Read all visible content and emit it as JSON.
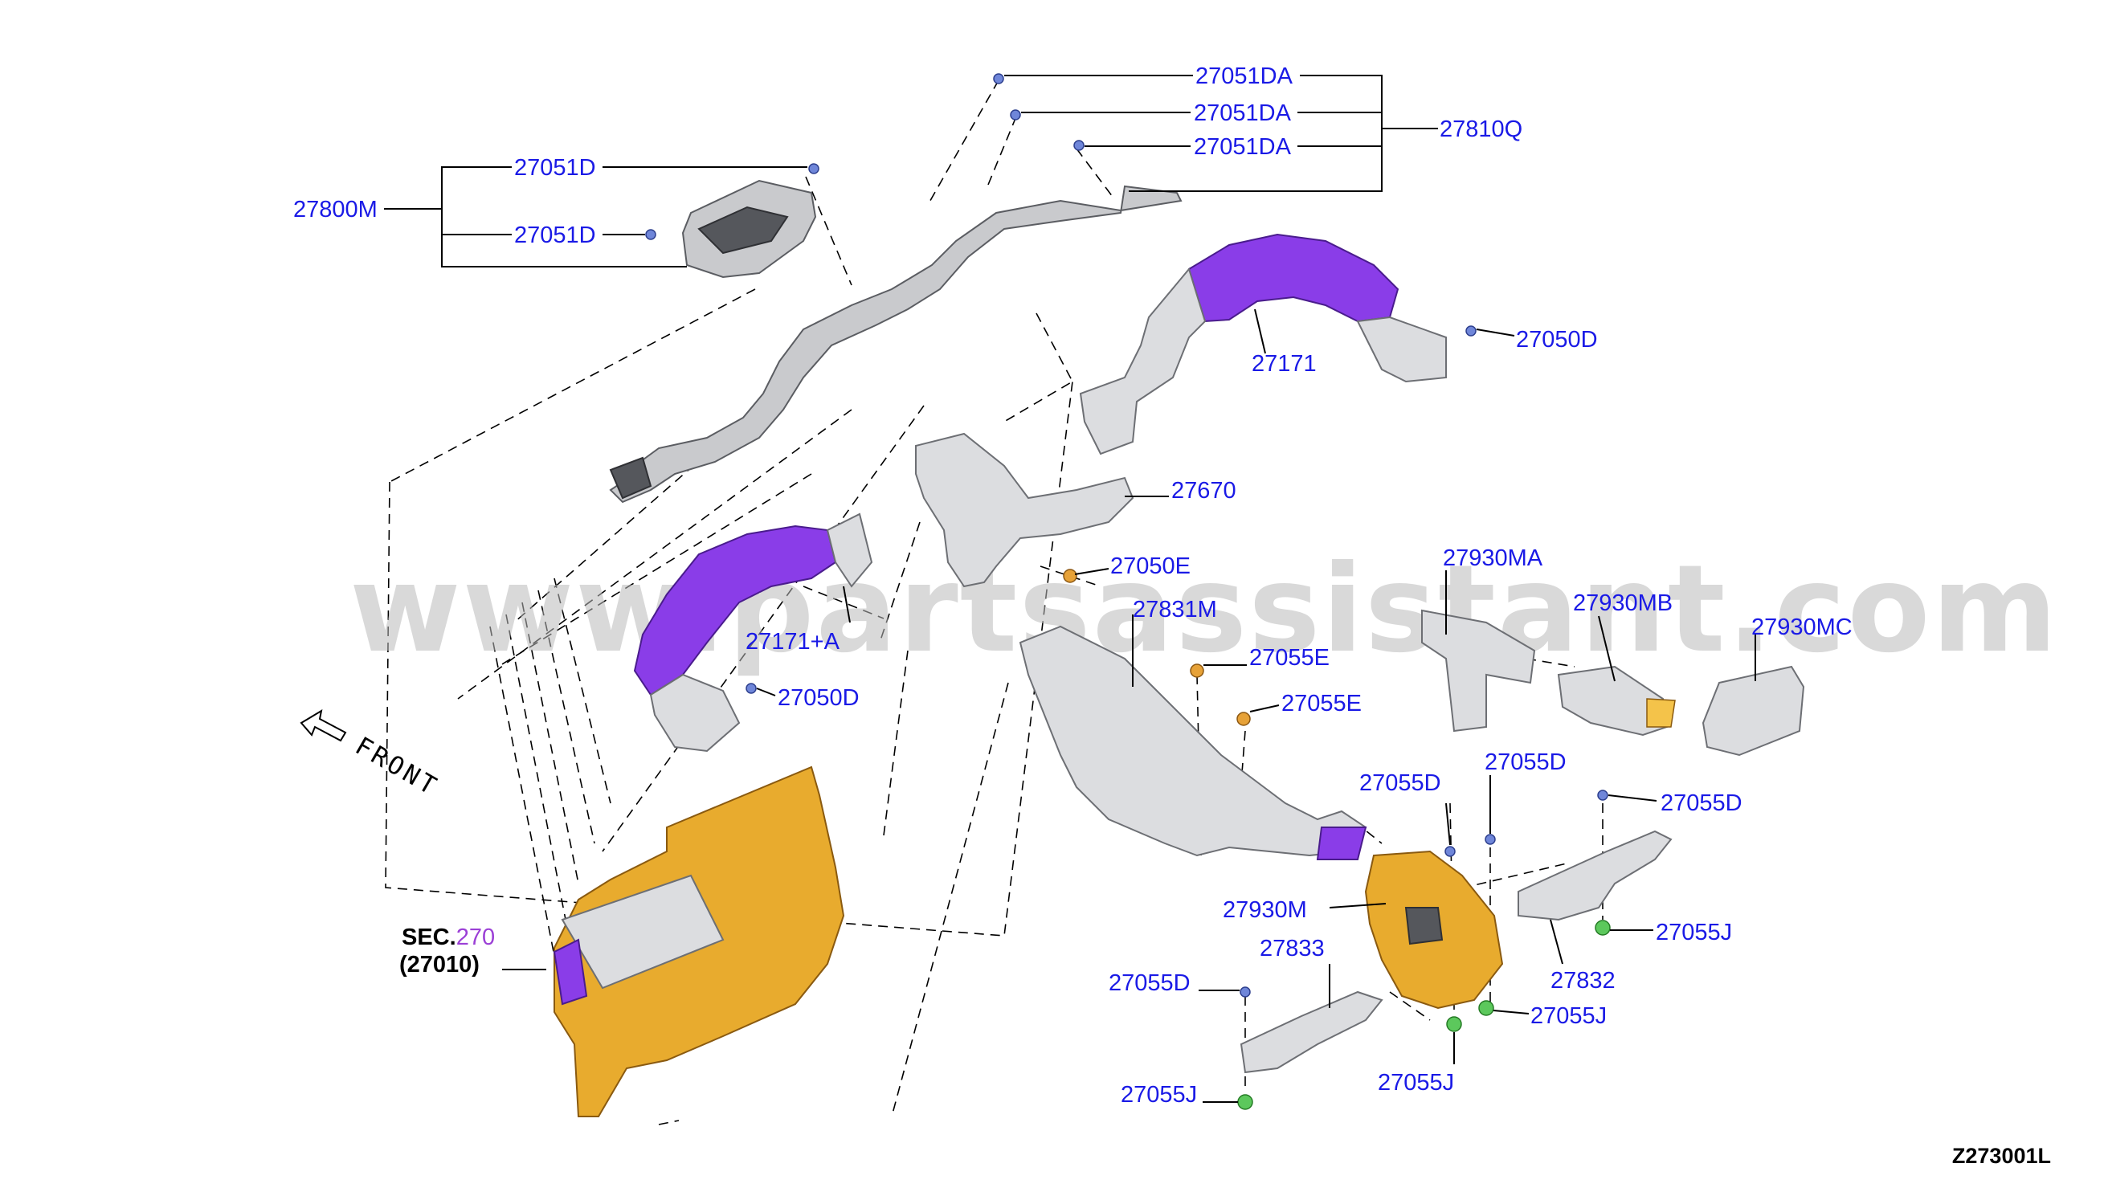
{
  "watermark": "www.partsassistant.com",
  "diagram_code": "Z273001L",
  "front_label": "FRONT",
  "sec_ref": {
    "prefix": "SEC.",
    "number": "270",
    "part": "(27010)"
  },
  "labels": {
    "p27051DA_1": "27051DA",
    "p27051DA_2": "27051DA",
    "p27051DA_3": "27051DA",
    "p27810Q": "27810Q",
    "p27051D_1": "27051D",
    "p27051D_2": "27051D",
    "p27800M": "27800M",
    "p27171": "27171",
    "p27050D_1": "27050D",
    "p27670": "27670",
    "p27050E": "27050E",
    "p27171A": "27171+A",
    "p27050D_2": "27050D",
    "p27831M": "27831M",
    "p27055E_1": "27055E",
    "p27055E_2": "27055E",
    "p27930MA": "27930MA",
    "p27930MB": "27930MB",
    "p27930MC": "27930MC",
    "p27055D_1": "27055D",
    "p27055D_2": "27055D",
    "p27055D_3": "27055D",
    "p27930M": "27930M",
    "p27833": "27833",
    "p27055J_1": "27055J",
    "p27055J_2": "27055J",
    "p27832": "27832",
    "p27055D_4": "27055D",
    "p27055J_3": "27055J",
    "p27055J_4": "27055J"
  },
  "colors": {
    "label_text": "#1a1ae6",
    "sec_number": "#9b3fd6",
    "duct_purple": "#8a3de8",
    "heater_unit_orange": "#e8ab2e",
    "clip_blue": "#6f86d9",
    "clip_green": "#5cc85c"
  }
}
